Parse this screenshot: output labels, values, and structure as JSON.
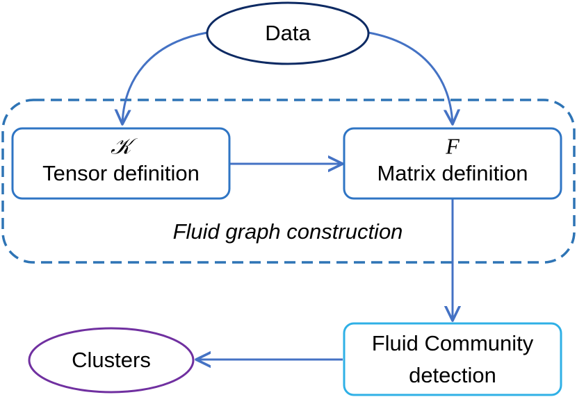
{
  "nodes": {
    "data": {
      "label": "Data"
    },
    "tensor": {
      "symbol": "𝒦",
      "label": "Tensor definition"
    },
    "matrix": {
      "symbol": "F",
      "label": "Matrix definition"
    },
    "fluid_community": {
      "label_line1": "Fluid Community",
      "label_line2": "detection"
    },
    "clusters": {
      "label": "Clusters"
    }
  },
  "group": {
    "label": "Fluid graph construction"
  },
  "colors": {
    "arrow": "#4472c4",
    "data_outline": "#0d2a63",
    "box_outline": "#2f75c4",
    "group_dash": "#2e74b5",
    "fluid_outline": "#2fb0e6",
    "clusters_outline": "#7030a0"
  }
}
